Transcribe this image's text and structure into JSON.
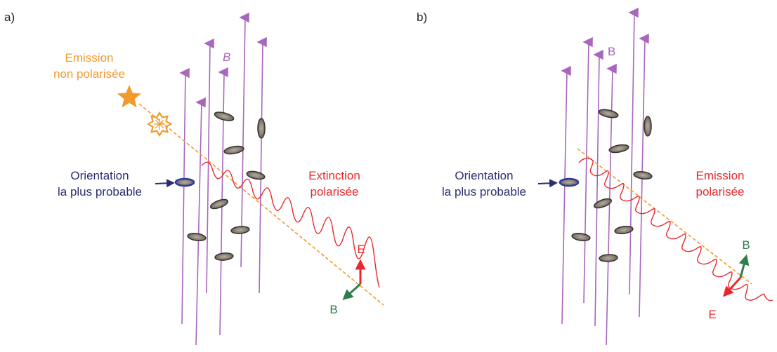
{
  "panel_a": {
    "label": "a)",
    "emission": [
      "Emission",
      "non polarisée"
    ],
    "field_label": "B",
    "orientation": [
      "Orientation",
      "la plus probable"
    ],
    "extinction": [
      "Extinction",
      "polarisée"
    ],
    "e_label": "E",
    "b_label": "B"
  },
  "panel_b": {
    "label": "b)",
    "field_label": "B",
    "orientation": [
      "Orientation",
      "la plus probable"
    ],
    "emission": [
      "Emission",
      "polarisée"
    ],
    "e_label": "E",
    "b_label": "B"
  },
  "colors": {
    "field_lines": "#a867bd",
    "orange": "#f39a2e",
    "red": "#e8292b",
    "navy": "#2b2d72",
    "green": "#2e7d4a",
    "grain": "#8a8378"
  }
}
